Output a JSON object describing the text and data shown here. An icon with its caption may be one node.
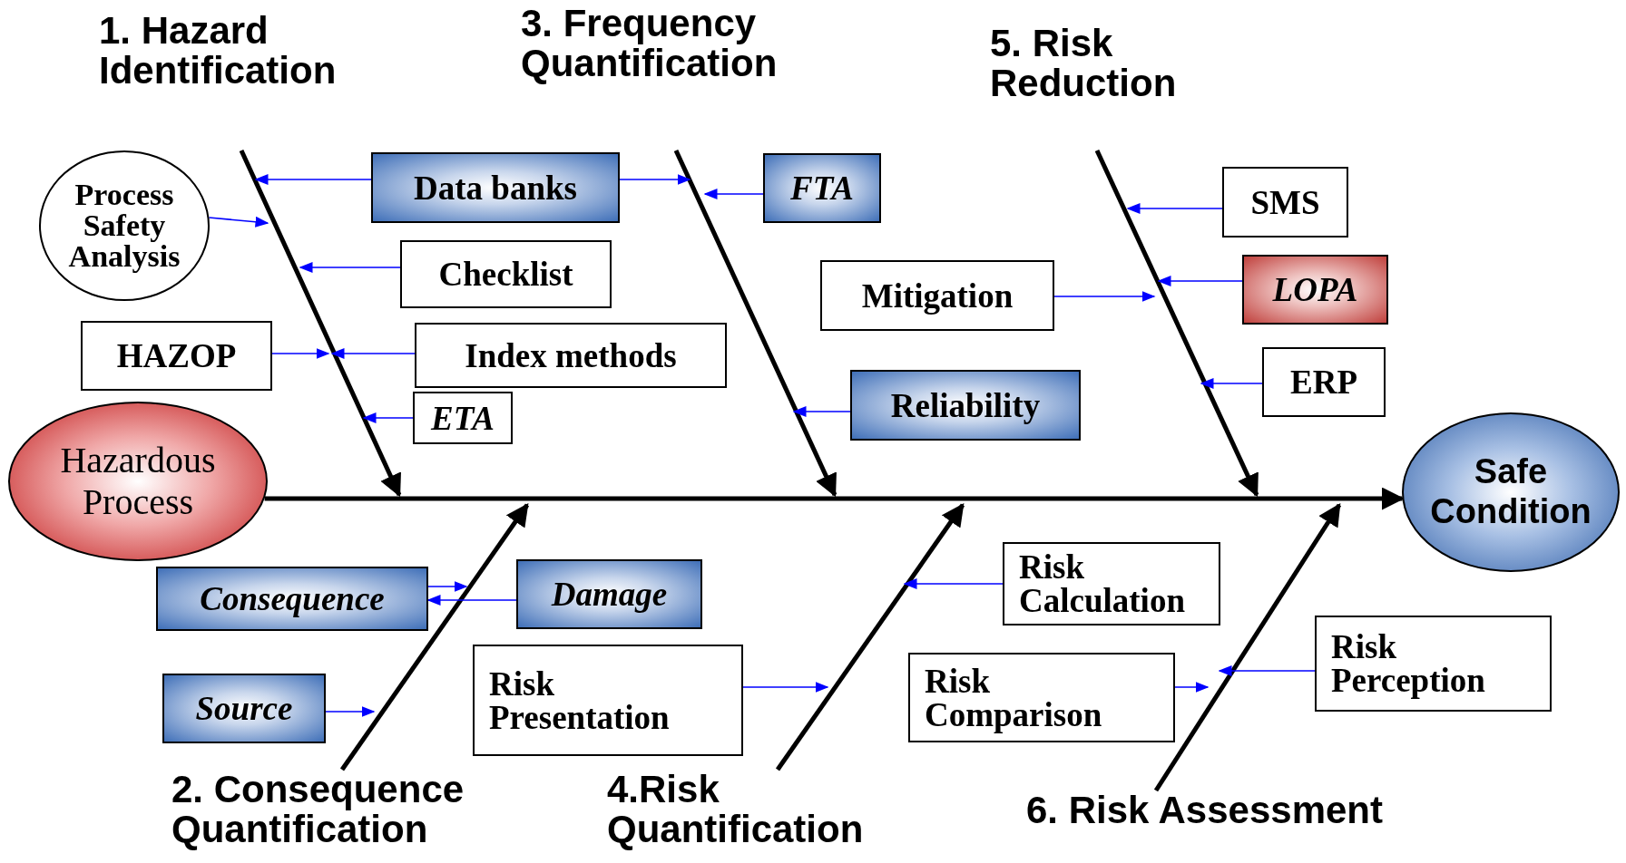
{
  "diagram": {
    "nodes": [
      {
        "text": [
          "1. Hazard Identification"
        ]
      },
      {
        "text": [
          "3. Frequency Quantification"
        ]
      },
      {
        "text": [
          "5. Risk Reduction"
        ]
      },
      {
        "text": [
          "Process Safety Analysis"
        ]
      },
      {
        "text": [
          "Data banks"
        ]
      },
      {
        "text": [
          "FTA"
        ]
      },
      {
        "text": [
          "SMS"
        ]
      },
      {
        "text": [
          "Checklist"
        ]
      },
      {
        "text": [
          "Mitigation"
        ]
      },
      {
        "text": [
          "LOPA"
        ]
      },
      {
        "text": [
          "HAZOP"
        ]
      },
      {
        "text": [
          "Index methods"
        ]
      },
      {
        "text": [
          "ERP"
        ]
      },
      {
        "text": [
          "Reliability"
        ]
      },
      {
        "text": [
          "ETA"
        ]
      },
      {
        "text": [
          "Hazardous Process"
        ]
      },
      {
        "text": [
          "Safe Condition"
        ]
      },
      {
        "text": [
          "Consequence"
        ]
      },
      {
        "text": [
          "Damage"
        ]
      },
      {
        "text": [
          "Risk Calculation"
        ]
      },
      {
        "text": [
          "Risk Perception"
        ]
      },
      {
        "text": [
          "Source"
        ]
      },
      {
        "text": [
          "Risk Presentation"
        ]
      },
      {
        "text": [
          "Risk Comparison"
        ]
      },
      {
        "text": [
          "2. Consequence Quantification"
        ]
      },
      {
        "text": [
          "4.Risk Quantification"
        ]
      },
      {
        "text": [
          "6. Risk Assessment"
        ]
      }
    ],
    "edges": [
      {
        "from": 15,
        "to": 16,
        "arrow": "to",
        "style": "thick",
        "color": "#000000"
      },
      {
        "from": 0,
        "to": null,
        "arrow": "to",
        "style": "thick",
        "color": "#000000"
      },
      {
        "from": 1,
        "to": null,
        "arrow": "to",
        "style": "thick",
        "color": "#000000"
      },
      {
        "from": 2,
        "to": null,
        "arrow": "to",
        "style": "thick",
        "color": "#000000"
      },
      {
        "from": 24,
        "to": null,
        "arrow": "to",
        "style": "thick",
        "color": "#000000"
      },
      {
        "from": 25,
        "to": null,
        "arrow": "to",
        "style": "thick",
        "color": "#000000"
      },
      {
        "from": 26,
        "to": null,
        "arrow": "to",
        "style": "thick",
        "color": "#000000"
      },
      {
        "from": 3,
        "to": null,
        "arrow": "to"
      },
      {
        "from": 4,
        "to": null,
        "arrow": "to"
      },
      {
        "from": 4,
        "to": null,
        "arrow": "to"
      },
      {
        "from": 7,
        "to": null,
        "arrow": "to"
      },
      {
        "from": 10,
        "to": null,
        "arrow": "to"
      },
      {
        "from": 11,
        "to": null,
        "arrow": "to"
      },
      {
        "from": 14,
        "to": null,
        "arrow": "to"
      },
      {
        "from": 5,
        "to": null,
        "arrow": "to"
      },
      {
        "from": 13,
        "to": null,
        "arrow": "to"
      },
      {
        "from": 8,
        "to": null,
        "arrow": "to"
      },
      {
        "from": 6,
        "to": null,
        "arrow": "to"
      },
      {
        "from": 9,
        "to": null,
        "arrow": "to"
      },
      {
        "from": 12,
        "to": null,
        "arrow": "to"
      },
      {
        "from": 17,
        "to": null,
        "arrow": "to"
      },
      {
        "from": 18,
        "to": 17,
        "arrow": "to"
      },
      {
        "from": 21,
        "to": null,
        "arrow": "to"
      },
      {
        "from": 22,
        "to": null,
        "arrow": "to"
      },
      {
        "from": 19,
        "to": null,
        "arrow": "to"
      },
      {
        "from": 23,
        "to": null,
        "arrow": "to"
      },
      {
        "from": 20,
        "to": null,
        "arrow": "to"
      }
    ]
  }
}
